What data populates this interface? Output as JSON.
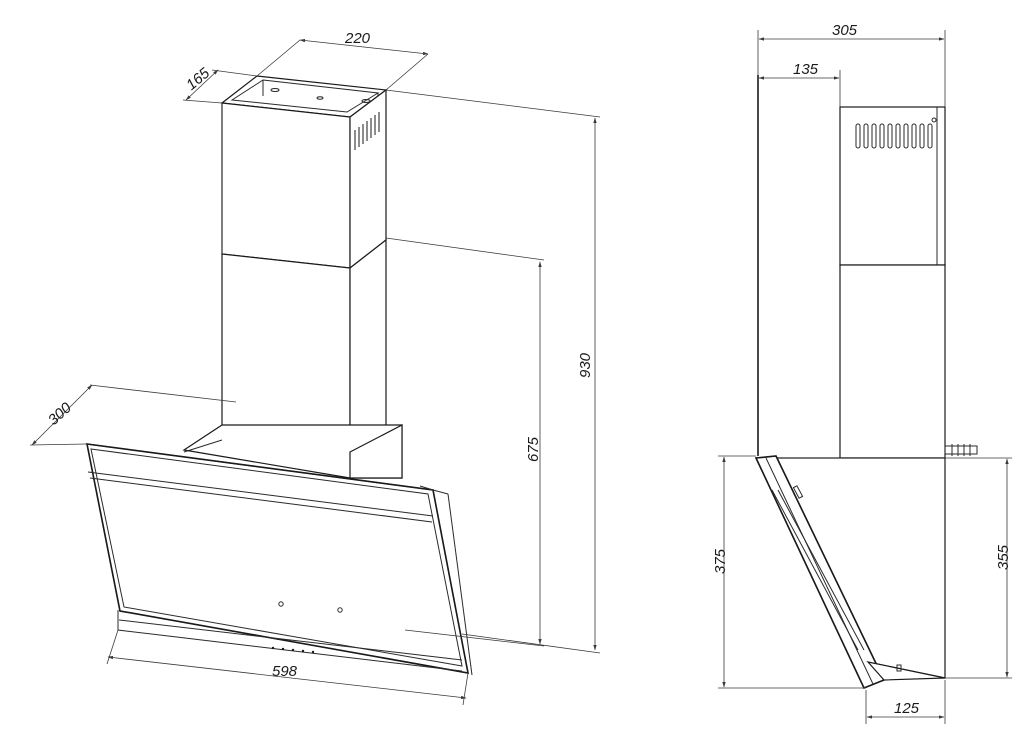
{
  "dimensions": {
    "chimney_width": "220",
    "chimney_depth": "165",
    "hood_depth": "300",
    "total_height": "930",
    "hood_to_chimney_height": "675",
    "hood_width": "598",
    "side_total_depth": "305",
    "side_chimney_offset": "135",
    "side_glass_height": "375",
    "side_body_height": "355",
    "side_bottom_depth": "125"
  }
}
